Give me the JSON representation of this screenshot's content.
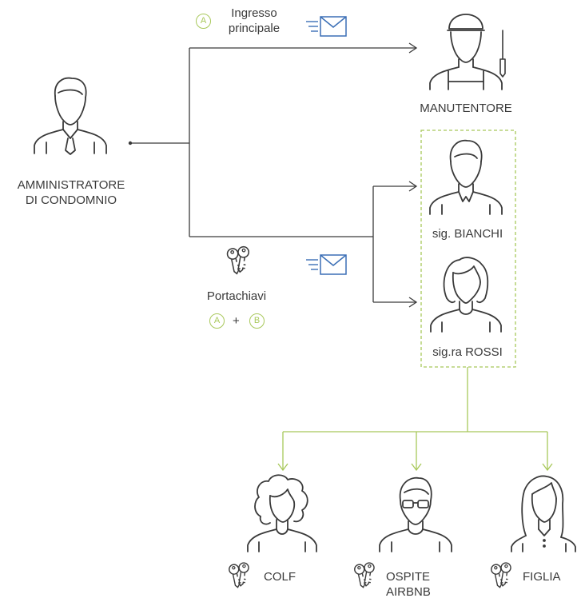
{
  "admin": {
    "line1": "AMMINISTRATORE",
    "line2": "DI CONDOMNIO"
  },
  "maintenance": {
    "label": "MANUTENTORE"
  },
  "entrance": {
    "badge": "A",
    "line1": "Ingresso",
    "line2": "principale"
  },
  "owners": {
    "bianchi": "sig. BIANCHI",
    "rossi": "sig.ra ROSSI"
  },
  "keychain": {
    "label": "Portachiavi",
    "badge_a": "A",
    "plus": "+",
    "badge_b": "B"
  },
  "guests": {
    "colf": "COLF",
    "ospite_line1": "OSPITE",
    "ospite_line2": "AIRBNB",
    "figlia": "FIGLIA"
  },
  "colors": {
    "line": "#3a3a3a",
    "accent": "#a8c85a",
    "envelope": "#3b6fb6"
  }
}
